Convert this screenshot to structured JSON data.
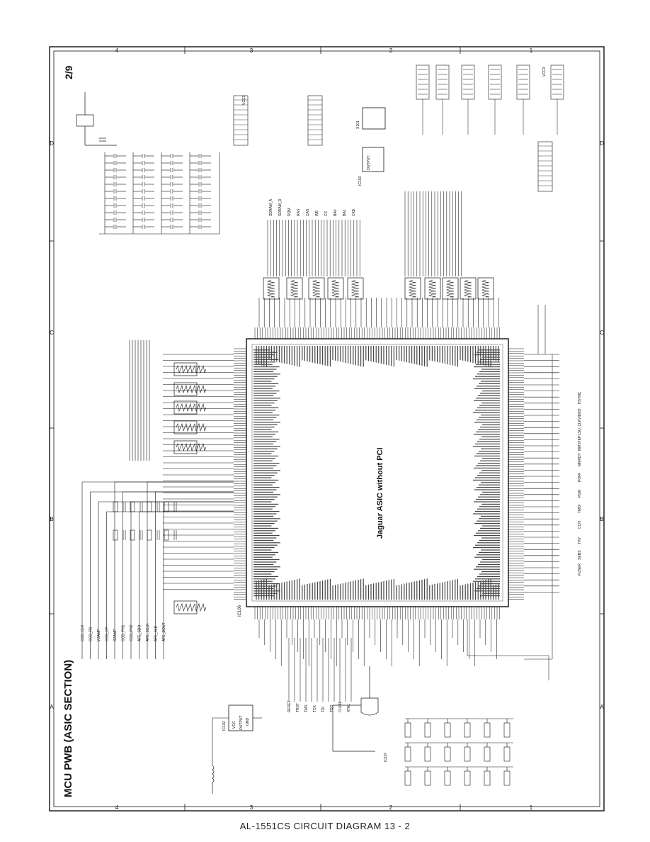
{
  "sheet": {
    "title": "MCU PWB (ASIC SECTION)",
    "page": "2/9",
    "footer": "AL-1551CS CIRCUIT DIAGRAM 13 - 2"
  },
  "asic": {
    "label": "Jaguar ASIC without PCI",
    "ref": "IC106"
  },
  "frame": {
    "zone_numbers": [
      "4",
      "3",
      "2",
      "1"
    ],
    "zone_letters": [
      "A",
      "B",
      "C",
      "D"
    ]
  },
  "parts": {
    "regulator_top": "IC103",
    "regulator_bottom": "IC102",
    "supply_label": "VCC3",
    "output_label": "OUTPUT",
    "vcc_label": "VCC",
    "gnd_label": "GND",
    "clock_label": "X101",
    "ic_bottom": "IC107"
  },
  "signals_left": [
    "CCD_CLK",
    "CCD_RS",
    "VSAMP",
    "CCD_CP",
    "SSAMP",
    "CCD_PH1",
    "CCD_PH2",
    "AFE_SDO",
    "AFE_SCLK",
    "AFE_SLD",
    "AFE_DOUT"
  ],
  "signals_right": [
    "HSYNC",
    "VIDEO",
    "LSU_CLK",
    "MMSTEP",
    "MMRDY",
    "POFF",
    "PGM",
    "TMDI",
    "CCH",
    "THV",
    "SENS",
    "FUSER"
  ],
  "signals_top": [
    "SDRAM_A",
    "SDRAM_D",
    "DQM",
    "RAS",
    "CAS",
    "WE",
    "CS",
    "BA0",
    "BA1",
    "CKE"
  ],
  "signals_bottom": [
    "RESET",
    "TRST",
    "TMS",
    "TCK",
    "TDI",
    "TDO",
    "CLK48",
    "XTAL"
  ]
}
